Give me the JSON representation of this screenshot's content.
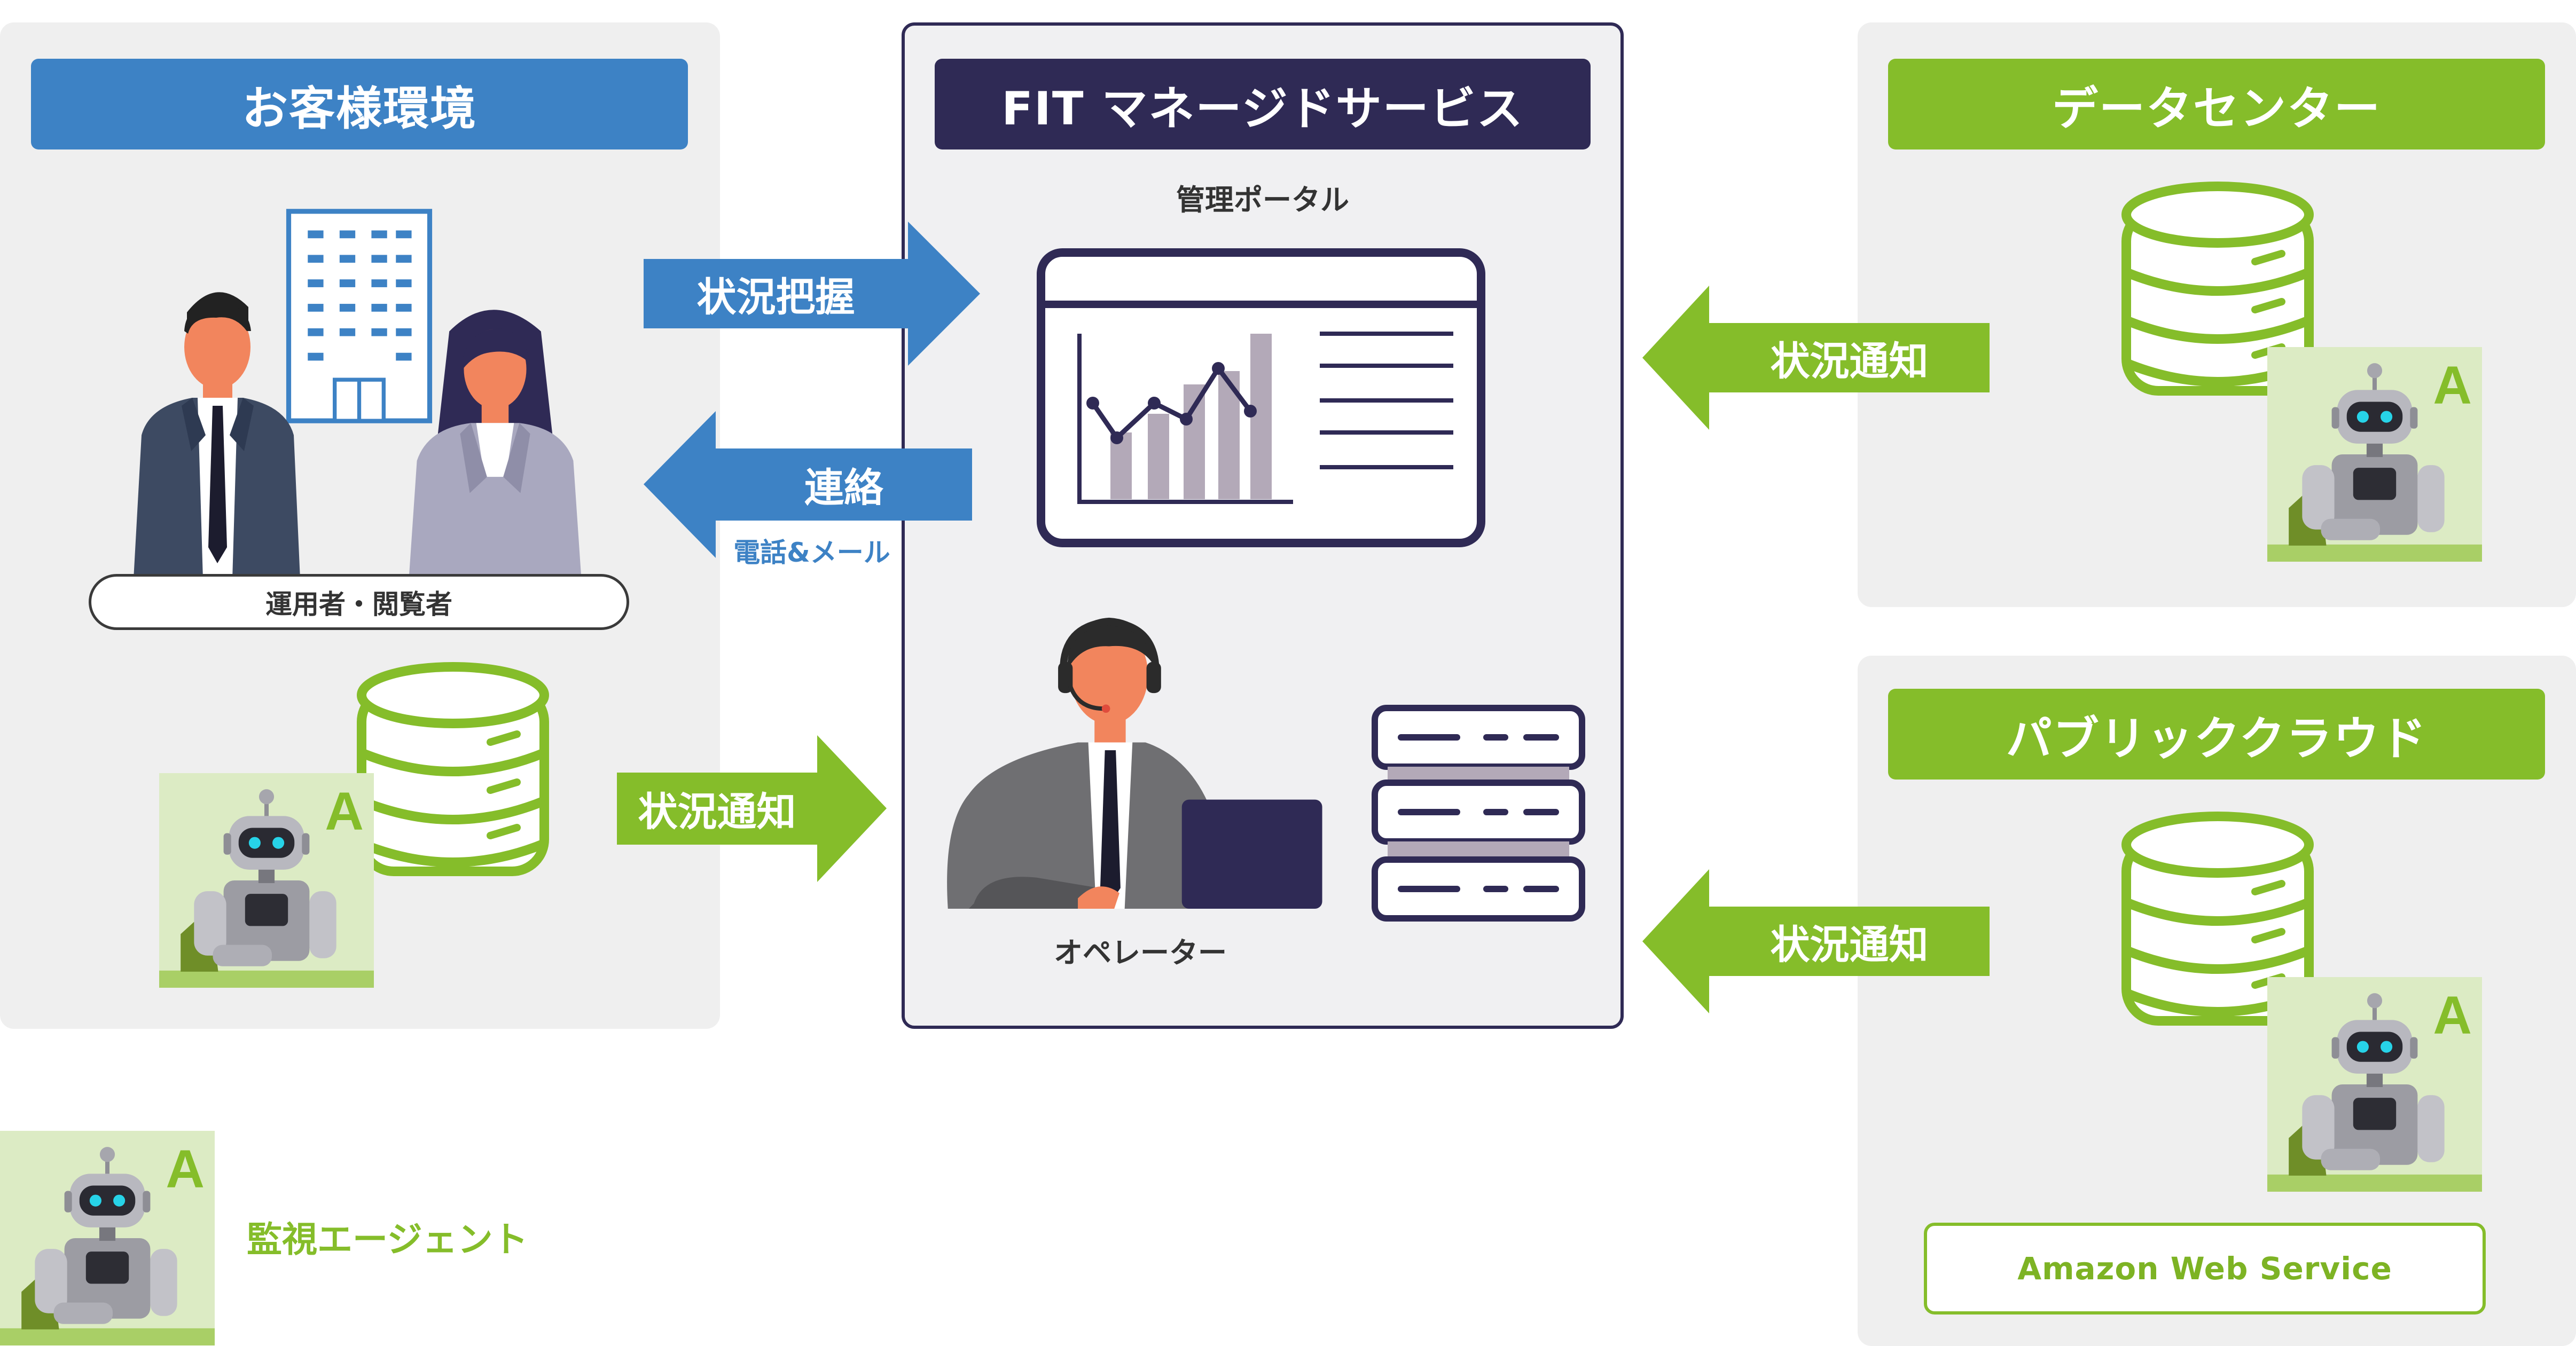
{
  "panels": {
    "customer": {
      "title": "お客様環境",
      "pill_label": "運用者・閲覧者"
    },
    "managed": {
      "title": "FIT マネージドサービス",
      "portal_label": "管理ポータル",
      "operator_label": "オペレーター"
    },
    "datacenter": {
      "title": "データセンター"
    },
    "cloud": {
      "title": "パブリッククラウド",
      "aws_label": "Amazon Web Service"
    }
  },
  "arrows": {
    "status_grasp": "状況把握",
    "contact": "連絡",
    "contact_sub": "電話&メール",
    "notify_customer": "状況通知",
    "notify_datacenter": "状況通知",
    "notify_cloud": "状況通知"
  },
  "agent_badge": "A",
  "legend": {
    "label": "監視エージェント"
  },
  "colors": {
    "blue": "#3d82c5",
    "navy": "#2f2a55",
    "green": "#85bd2a",
    "panel": "#efefef"
  }
}
